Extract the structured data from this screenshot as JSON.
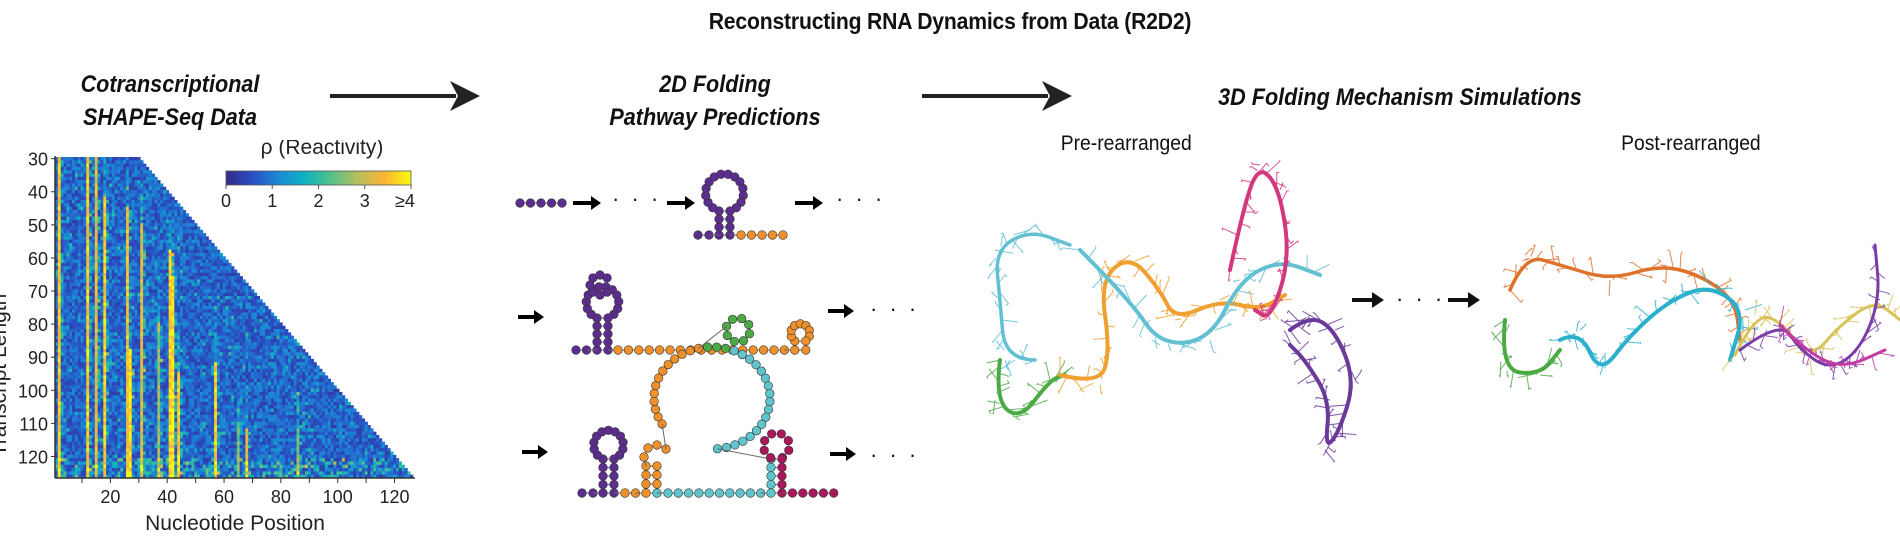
{
  "title": "Reconstructing RNA Dynamics from Data (R2D2)",
  "stages": [
    {
      "id": "shape",
      "title_line1": "Cotranscriptional",
      "title_line2": "SHAPE-Seq Data"
    },
    {
      "id": "2d",
      "title_line1": "2D Folding",
      "title_line2": "Pathway Predictions"
    },
    {
      "id": "3d",
      "title_line1": "3D Folding Mechanism Simulations"
    }
  ],
  "pipeline_arrows": [
    "arrow-right-icon",
    "arrow-right-icon"
  ],
  "heatmap": {
    "colorbar_title": "ρ (Reactivity)",
    "colorbar_ticks": [
      "0",
      "1",
      "2",
      "3",
      "≥4"
    ],
    "colormap": [
      "#352a87",
      "#2a4fc4",
      "#1a8bd6",
      "#0fb2bf",
      "#53c28a",
      "#b8bd5b",
      "#fbb535",
      "#f9fb0e"
    ]
  },
  "chart_data": {
    "type": "heatmap",
    "title": "",
    "xlabel": "Nucleotide Position",
    "ylabel": "Transcript Length",
    "xlim": [
      1,
      126
    ],
    "ylim": [
      30,
      126
    ],
    "xticks": [
      "20",
      "40",
      "60",
      "80",
      "100",
      "120"
    ],
    "yticks": [
      "30",
      "40",
      "50",
      "60",
      "70",
      "80",
      "90",
      "100",
      "110",
      "120"
    ],
    "shape": "lower-triangle (position <= transcript length)",
    "value_range": [
      0,
      4
    ],
    "high_reactivity_columns": [
      {
        "position": 2,
        "from_length": 30,
        "level": 4
      },
      {
        "position": 12,
        "from_length": 30,
        "level": 4
      },
      {
        "position": 15,
        "from_length": 30,
        "level": 3.6
      },
      {
        "position": 18,
        "from_length": 42,
        "level": 4
      },
      {
        "position": 26,
        "from_length": 45,
        "level": 3.8
      },
      {
        "position": 27,
        "from_length": 88,
        "level": 4
      },
      {
        "position": 31,
        "from_length": 50,
        "level": 3.6
      },
      {
        "position": 37,
        "from_length": 80,
        "level": 3
      },
      {
        "position": 41,
        "from_length": 58,
        "level": 4
      },
      {
        "position": 42,
        "from_length": 66,
        "level": 4
      },
      {
        "position": 44,
        "from_length": 95,
        "level": 4
      },
      {
        "position": 57,
        "from_length": 92,
        "level": 4
      },
      {
        "position": 65,
        "from_length": 110,
        "level": 2.8
      },
      {
        "position": 68,
        "from_length": 112,
        "level": 3.5
      },
      {
        "position": 86,
        "from_length": 112,
        "level": 3
      }
    ],
    "background_level": 0.3
  },
  "pathways": {
    "colors": {
      "purple": "#5b2d8e",
      "orange": "#f0902a",
      "teal": "#5fc4cc",
      "green": "#4caa45",
      "magenta": "#a8185a"
    },
    "ellipsis": "· · ·",
    "rows": [
      {
        "id": "pathway-1",
        "structures": [
          "linear-5nt",
          "hairpin-purple-with-orange-tail"
        ]
      },
      {
        "id": "pathway-2",
        "structures": [
          "double-loop-hairpin-with-small-orange-hairpin"
        ]
      },
      {
        "id": "pathway-3",
        "structures": [
          "multi-hairpin-purple-orange-teal-green-magenta"
        ]
      }
    ]
  },
  "simulations": {
    "pre_label": "Pre-rearranged",
    "post_label": "Post-rearranged",
    "ellipsis": "· · ·",
    "pre_colors": [
      "#62c0d2",
      "#4caa45",
      "#f0a030",
      "#d3377e",
      "#6a3a9a"
    ],
    "post_colors": [
      "#e0712c",
      "#4caa45",
      "#2ab0cc",
      "#d8c25a",
      "#7a3ca8",
      "#c03ca0"
    ]
  }
}
